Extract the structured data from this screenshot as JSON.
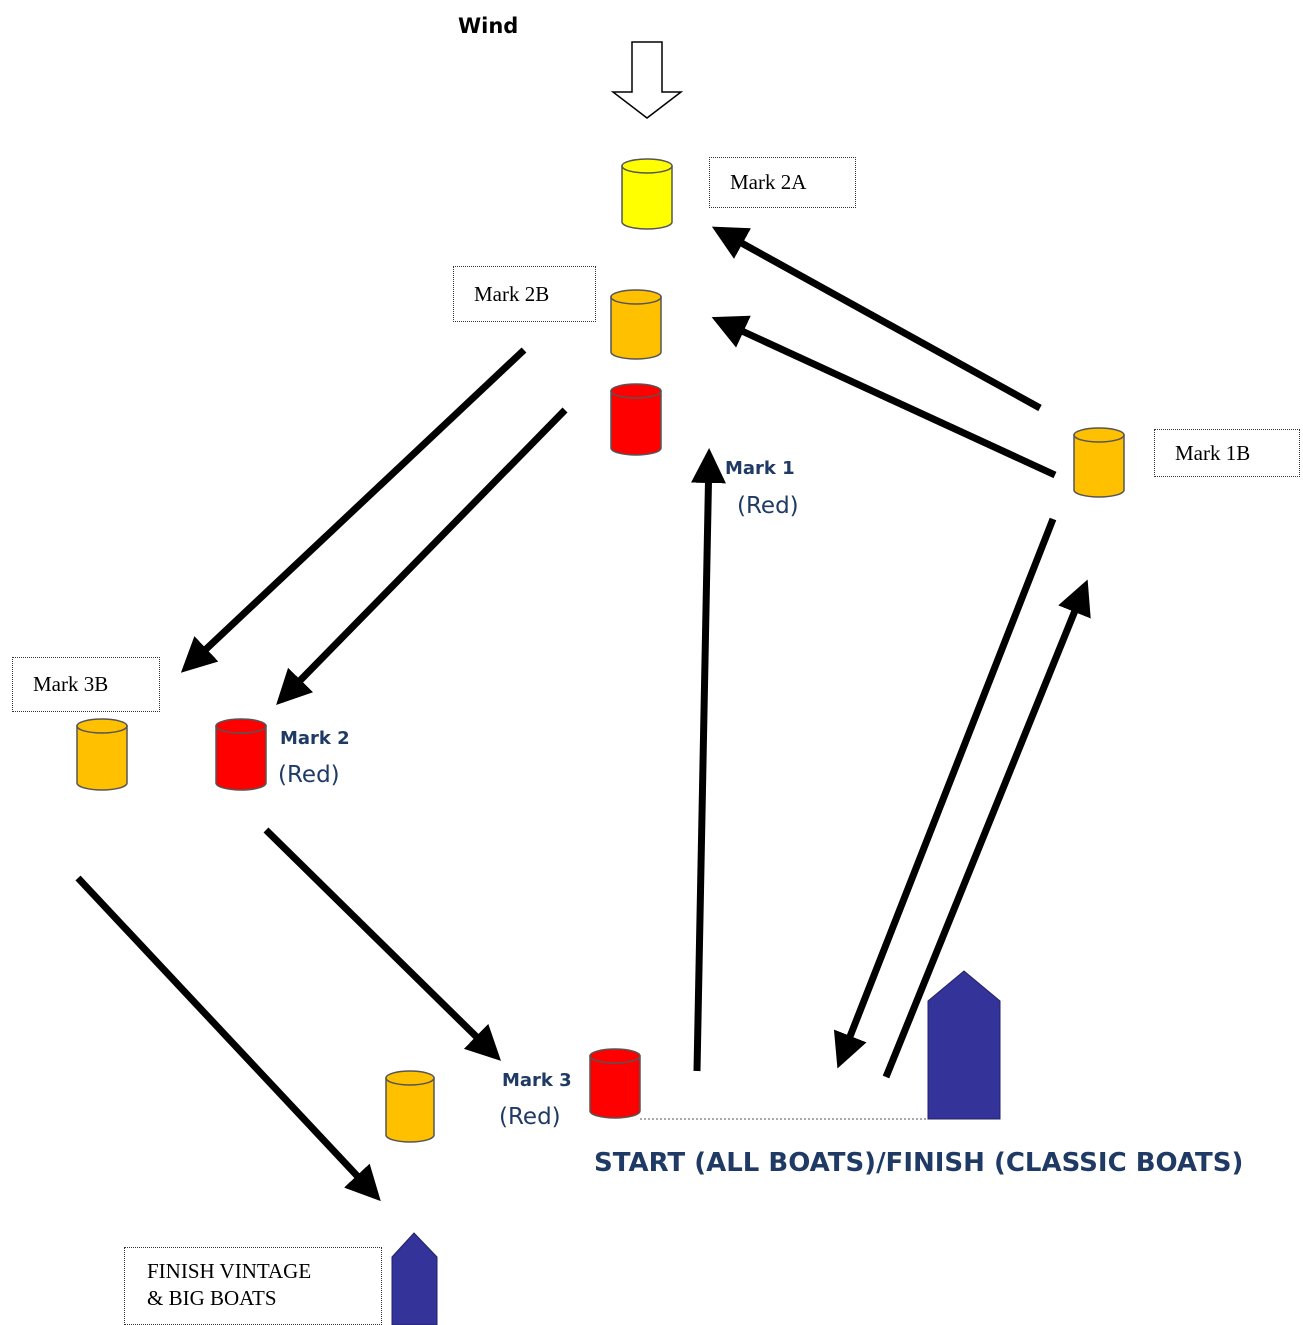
{
  "wind": {
    "label": "Wind"
  },
  "marks": {
    "mark_2a": "Mark 2A",
    "mark_2b": "Mark 2B",
    "mark_1b": "Mark 1B",
    "mark_3b": "Mark 3B",
    "mark_1_title": "Mark 1",
    "mark_1_sub": "(Red)",
    "mark_2_title": "Mark 2",
    "mark_2_sub": "(Red)",
    "mark_3_title": "Mark 3",
    "mark_3_sub": "(Red)"
  },
  "start_finish": "START (ALL BOATS)/FINISH (CLASSIC BOATS)",
  "finish_vintage": {
    "line1": "FINISH VINTAGE",
    "line2": "& BIG BOATS"
  },
  "colors": {
    "yellow_buoy": "#ffff00",
    "orange_buoy": "#ffc000",
    "red_buoy": "#ff0000",
    "committee_boat": "#333399",
    "label_text": "#1f3a64"
  }
}
